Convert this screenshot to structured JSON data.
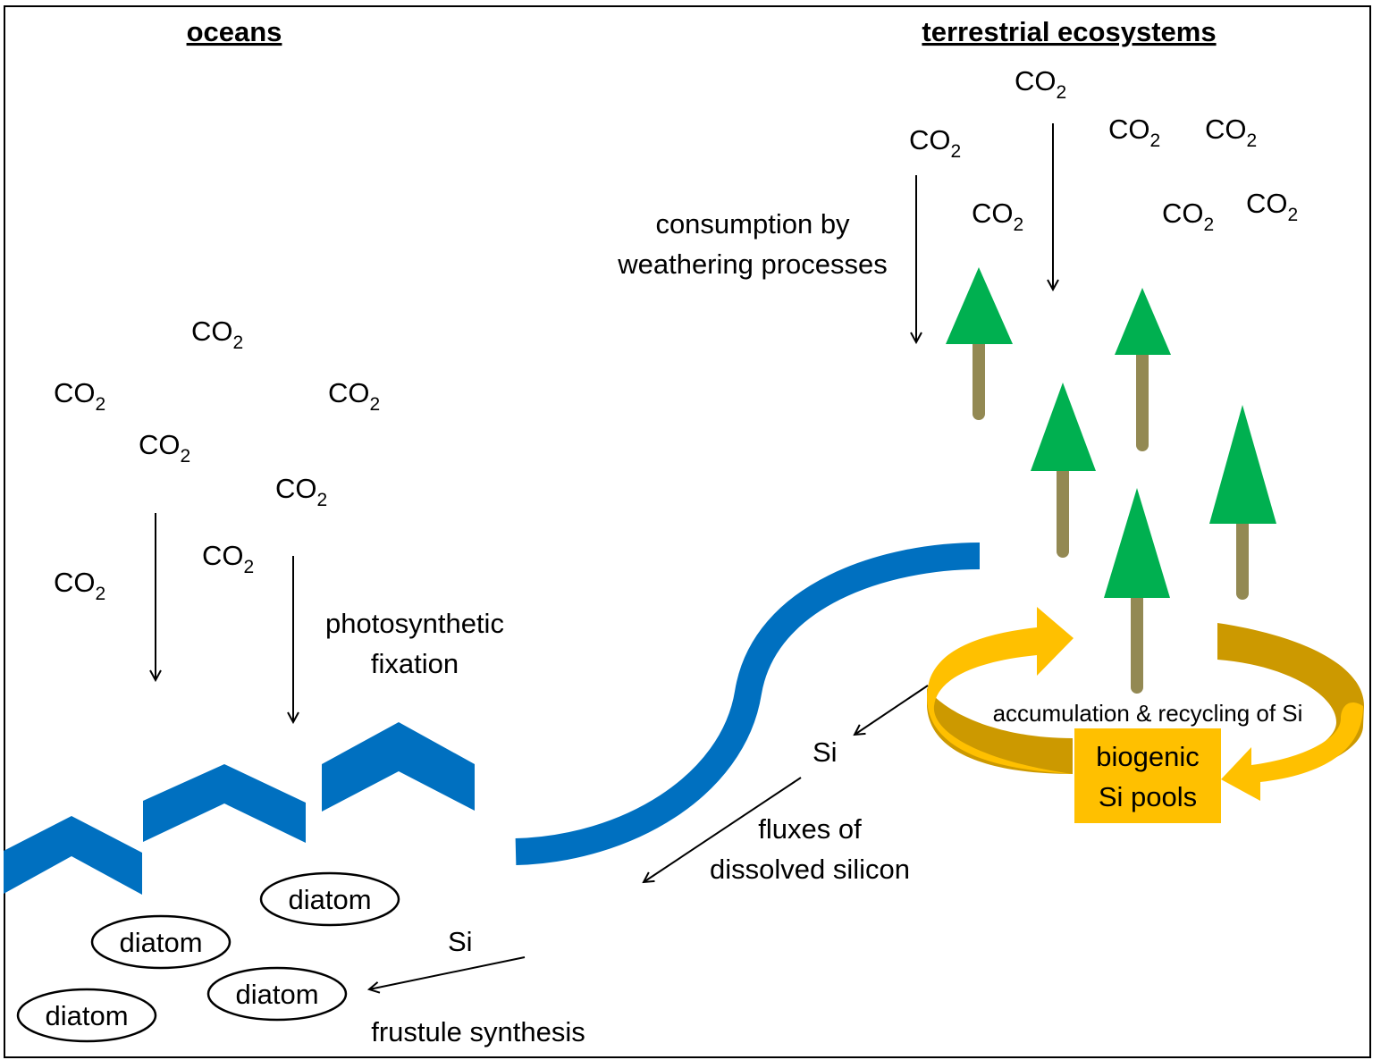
{
  "headers": {
    "oceans": "oceans",
    "terrestrial": "terrestrial ecosystems"
  },
  "co2": {
    "base": "CO",
    "sub": "2"
  },
  "labels": {
    "consumption_line1": "consumption by",
    "consumption_line2": "weathering processes",
    "photo_line1": "photosynthetic",
    "photo_line2": "fixation",
    "si_land": "Si",
    "si_ocean": "Si",
    "fluxes_line1": "fluxes of",
    "fluxes_line2": "dissolved silicon",
    "frustule": "frustule synthesis",
    "accumulation": "accumulation & recycling of Si",
    "pools_line1": "biogenic",
    "pools_line2": "Si pools"
  },
  "diatoms": [
    "diatom",
    "diatom",
    "diatom",
    "diatom"
  ],
  "colors": {
    "water": "#0070c0",
    "foliage": "#00b050",
    "trunk": "#938953",
    "cycle_light": "#ffc000",
    "cycle_dark": "#cc9900",
    "pool_box": "#ffc000",
    "frame": "#000000"
  }
}
